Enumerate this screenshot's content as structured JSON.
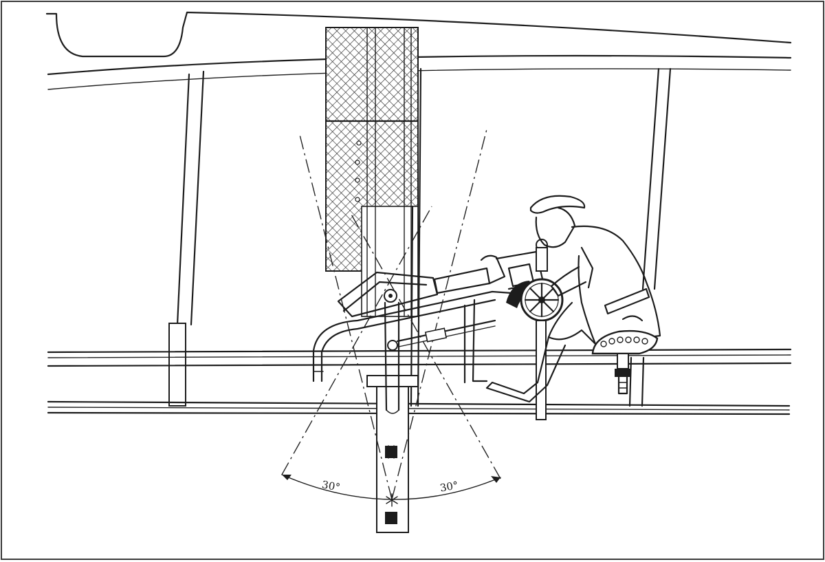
{
  "figure": {
    "angle_left_label": "30°",
    "angle_right_label": "30°",
    "swing_angle_left_deg": 30,
    "swing_angle_right_deg": 30
  },
  "icons": {
    "mesh_screen": "mesh-screen-icon",
    "machine_gun": "machine-gun-icon",
    "handwheel": "handwheel-icon",
    "gunner": "gunner-figure-icon",
    "seat": "seat-icon"
  },
  "colors": {
    "ink": "#1c1c1c",
    "paper": "#ffffff",
    "frame": "#3a3a3a"
  }
}
